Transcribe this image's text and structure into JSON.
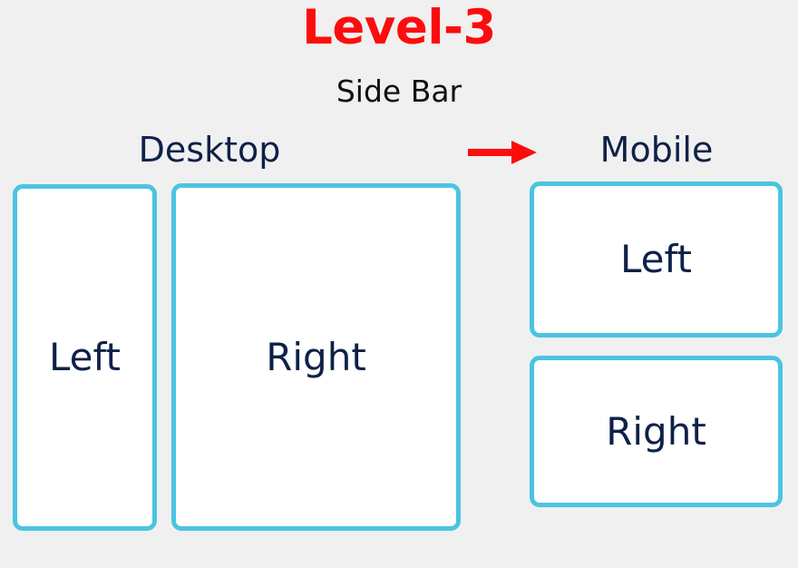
{
  "page": {
    "background_color": "#f0f0f0",
    "title": "Level-3",
    "title_color": "#fc0d0d",
    "subtitle": "Side Bar",
    "subtitle_color": "#111111"
  },
  "accent": {
    "box_border_color": "#4bc4e2",
    "box_fill_color": "#ffffff",
    "label_color": "#0e2148",
    "arrow_color": "#fc0d0d"
  },
  "desktop": {
    "label": "Desktop",
    "boxes": [
      {
        "label": "Left"
      },
      {
        "label": "Right"
      }
    ]
  },
  "transition": {
    "icon": "arrow-right-icon"
  },
  "mobile": {
    "label": "Mobile",
    "boxes": [
      {
        "label": "Left"
      },
      {
        "label": "Right"
      }
    ]
  }
}
